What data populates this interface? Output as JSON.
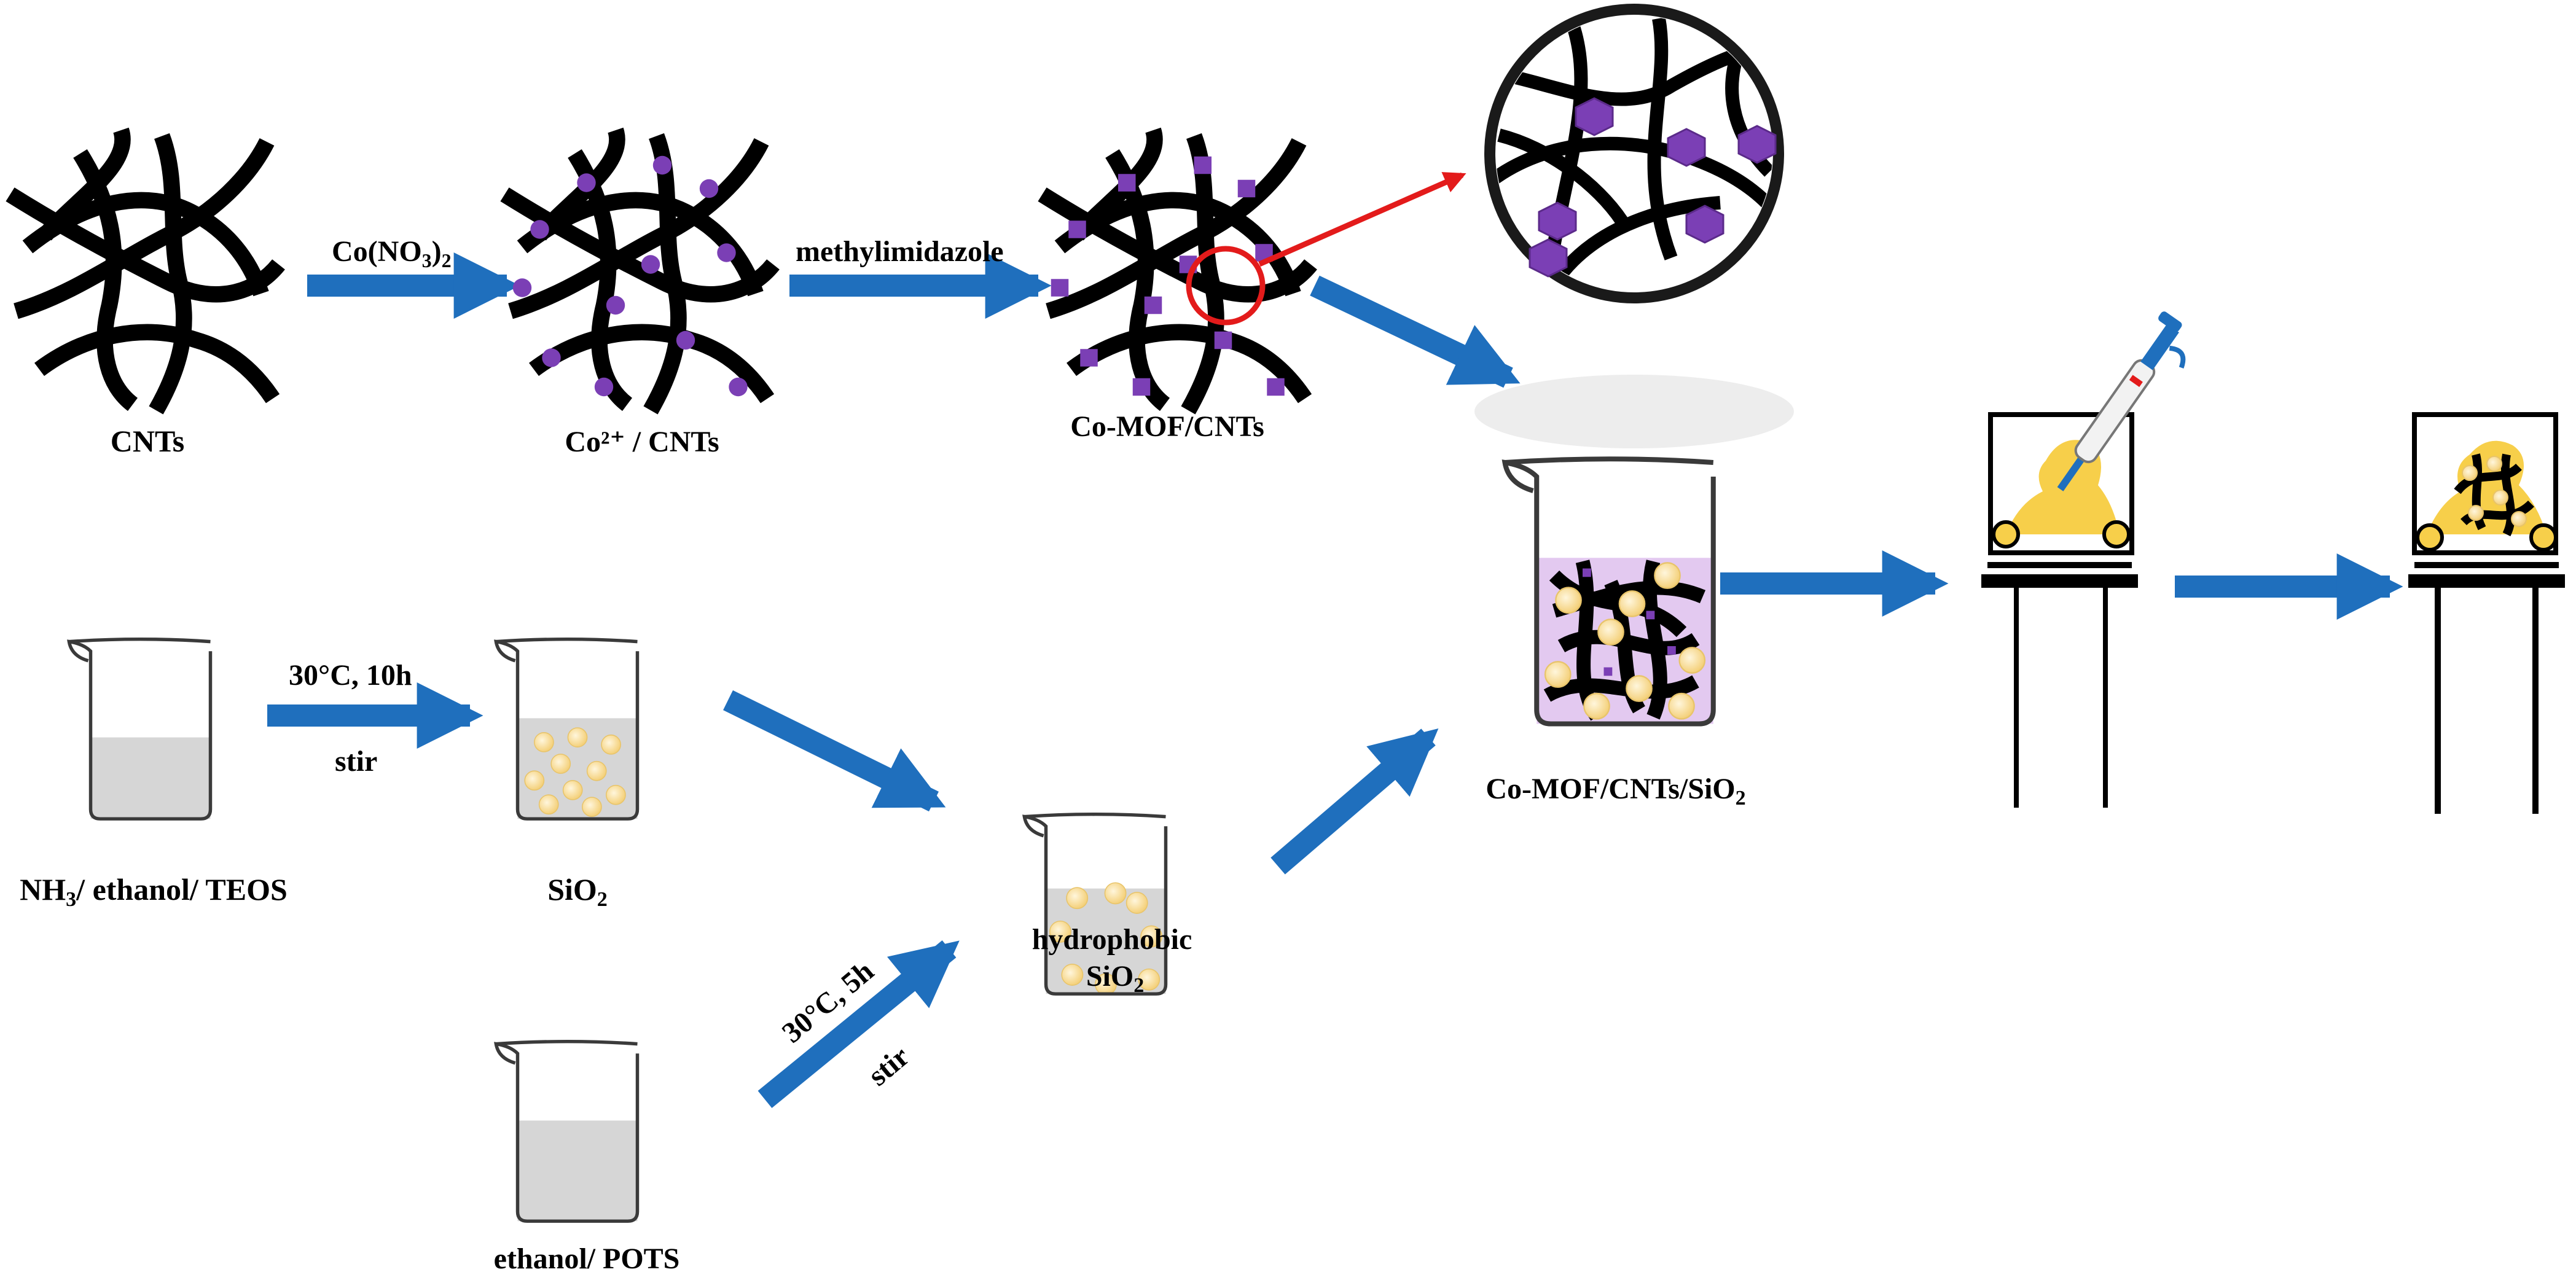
{
  "labels": {
    "cnts": "CNTs",
    "co_cnts": "Co²⁺ / CNTs",
    "co_mof_cnts": "Co-MOF/CNTs",
    "co_mof_cnts_sio2_main": "Co-MOF/CNTs/SiO",
    "co_mof_cnts_sio2_sub": "2",
    "nh3_ethanol_teos_main": "NH",
    "nh3_ethanol_teos_sub": "3",
    "nh3_ethanol_teos_rest": "/ ethanol/ TEOS",
    "sio2_main": "SiO",
    "sio2_sub": "2",
    "ethanol_pots": "ethanol/ POTS",
    "hydrophobic": "hydrophobic",
    "hydrophobic_sio2_main": "SiO",
    "hydrophobic_sio2_sub": "2"
  },
  "steps": {
    "co_no3_main": "Co(NO",
    "co_no3_sub": "3",
    "co_no3_close": ")",
    "co_no3_sub2": "2",
    "methylimidazole": "methylimidazole",
    "temp_10h": "30°C, 10h",
    "stir_1": "stir",
    "temp_5h": "30°C, 5h",
    "stir_2": "stir"
  },
  "colors": {
    "arrow_blue": "#1f6fbd",
    "mof_purple": "#7b3fb5",
    "silica_yellow": "#f6d88a",
    "beaker_liquid": "#d6d6d6",
    "purple_liquid": "#e3c9f0",
    "zoom_red": "#e31b1b",
    "drop_yellow": "#f7cf4a"
  },
  "icons": [
    "cnt-network-icon",
    "beaker-icon",
    "pipette-icon",
    "coating-stand-icon",
    "zoom-circle-icon"
  ]
}
